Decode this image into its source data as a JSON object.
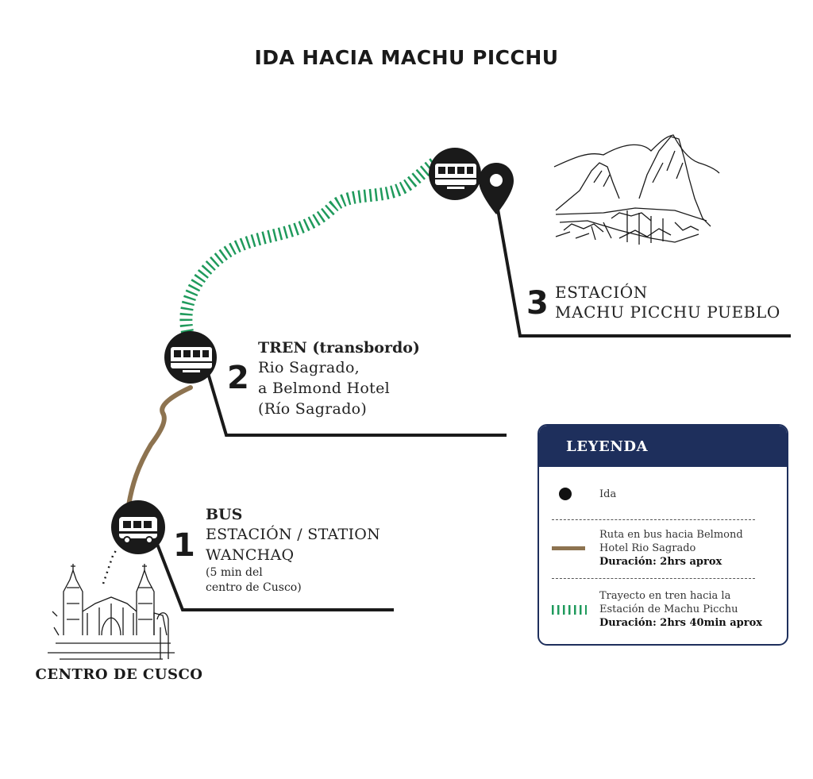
{
  "title": "IDA HACIA MACHU PICCHU",
  "colors": {
    "ink": "#1a1a1a",
    "bus_route": "#8d7350",
    "train_route": "#1f9a5c",
    "legend_header": "#1e2f5c"
  },
  "stops": [
    {
      "number": "1",
      "mode": "BUS",
      "icon": "bus-icon",
      "lines": [
        "ESTACIÓN / STATION",
        "WANCHAQ"
      ],
      "note_lines": [
        "(5 min del",
        "centro de Cusco)"
      ]
    },
    {
      "number": "2",
      "mode": "TREN (transbordo)",
      "icon": "train-icon",
      "lines": [
        "Rio Sagrado,",
        "a Belmond Hotel",
        "(Río Sagrado)"
      ]
    },
    {
      "number": "3",
      "icon": "map-pin-icon",
      "lines": [
        "ESTACIÓN",
        "MACHU PICCHU PUEBLO"
      ]
    }
  ],
  "origin_label": "CENTRO DE CUSCO",
  "legend": {
    "title": "LEYENDA",
    "items": [
      {
        "symbol": "dot",
        "label": "Ida"
      },
      {
        "symbol": "bus-route",
        "lines": [
          "Ruta en bus hacia Belmond",
          "Hotel Rio Sagrado"
        ],
        "duration": "Duración: 2hrs aprox"
      },
      {
        "symbol": "train-route",
        "lines": [
          "Trayecto en tren hacia la",
          "Estación de Machu Picchu"
        ],
        "duration": "Duración: 2hrs 40min aprox"
      }
    ]
  }
}
